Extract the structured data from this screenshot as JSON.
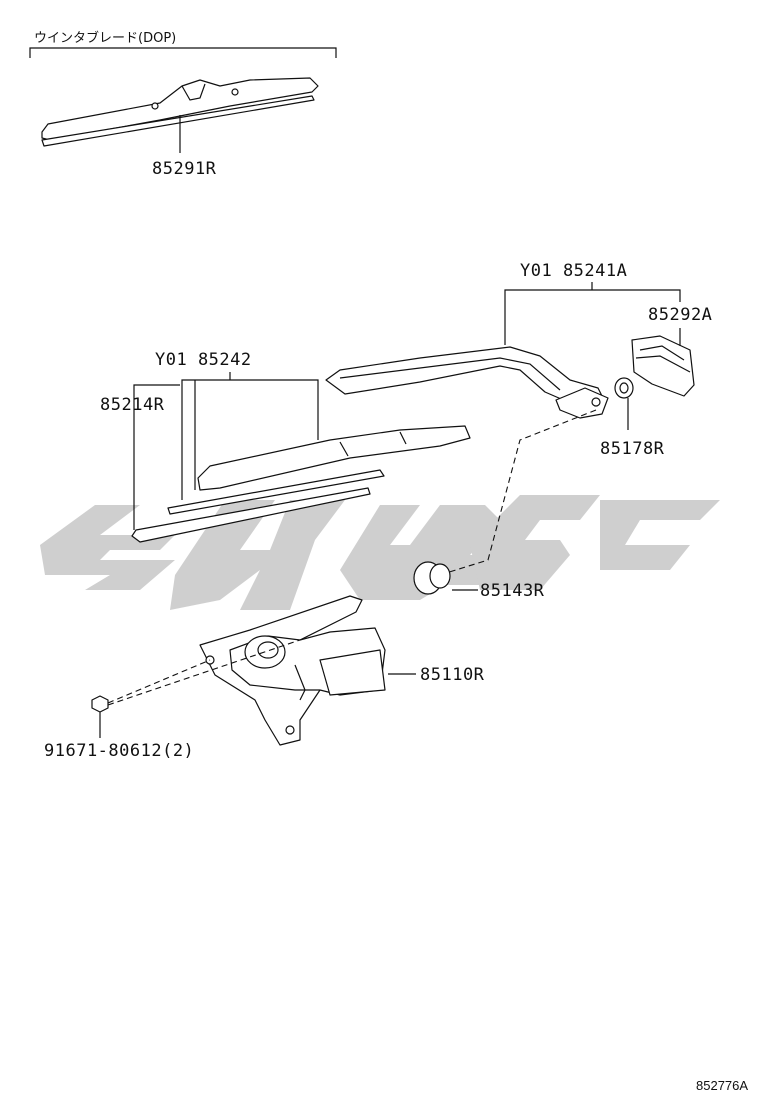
{
  "dop_header": "ウインタブレード(DOP)",
  "labels": {
    "blade_dop": "85291R",
    "arm_assy": "Y01 85241A",
    "cap": "85292A",
    "nut": "85178R",
    "blade_assy": "Y01 85242",
    "rubber": "85214R",
    "grommet": "85143R",
    "motor": "85110R",
    "bolt": "91671-80612(2)"
  },
  "figure_code": "852776A",
  "watermark_color": "#cfcfcf"
}
